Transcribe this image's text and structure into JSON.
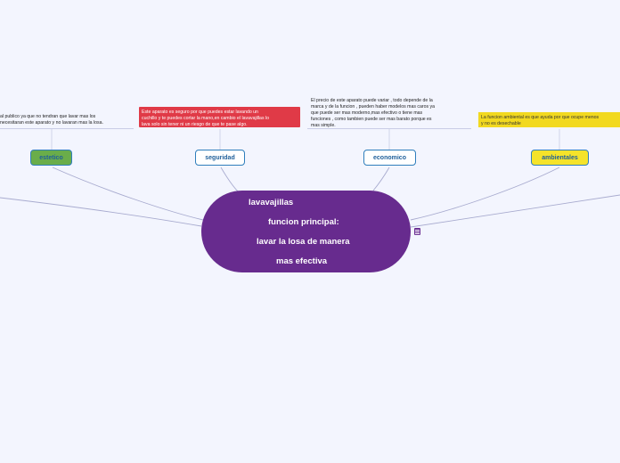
{
  "central": {
    "line1": "lavavajillas",
    "line2": "funcion principal:",
    "line3": "lavar la losa de manera",
    "line4": "mas efectiva",
    "fill": "#672b8e"
  },
  "branches": [
    {
      "id": "estetico",
      "label": "estetico",
      "fill": "#6aad4a",
      "note": "al publico ya que no tendran que lavar mas los\nnecesitaran este aparato y no lavaran mas la losa.",
      "note_fill": ""
    },
    {
      "id": "seguridad",
      "label": "seguridad",
      "fill": "#ffffff",
      "note": "Este aparato es seguro por que puedes estar lavando un\ncuchillo y te puedes cortar la mano,en cambio el lavavajillas lo\nlava solo sin tener ni un riesgo de que te pase algo.",
      "note_fill": "#e03a47"
    },
    {
      "id": "economico",
      "label": "economico",
      "fill": "#ffffff",
      "note": "El precio de este aparato puede variar , todo depende de la\nmarca y de la funcion , pueden haber modelos mas caros ya\nque puede ser mas moderno,mas efectivo o tiene mas\nfunciones , como tambien puede ser mas barato porque es\nmas simple.",
      "note_fill": ""
    },
    {
      "id": "ambientales",
      "label": "ambientales",
      "fill": "#f5e32a",
      "note": "La funcion ambiental es que ayuda por que ocupe menos\ny no es desechable",
      "note_fill": "#f2d91f"
    }
  ],
  "icons": {
    "note": "note-icon"
  },
  "colors": {
    "background": "#f3f5fe",
    "connector": "#a8abcf",
    "topic_border": "#2f7ebc"
  }
}
